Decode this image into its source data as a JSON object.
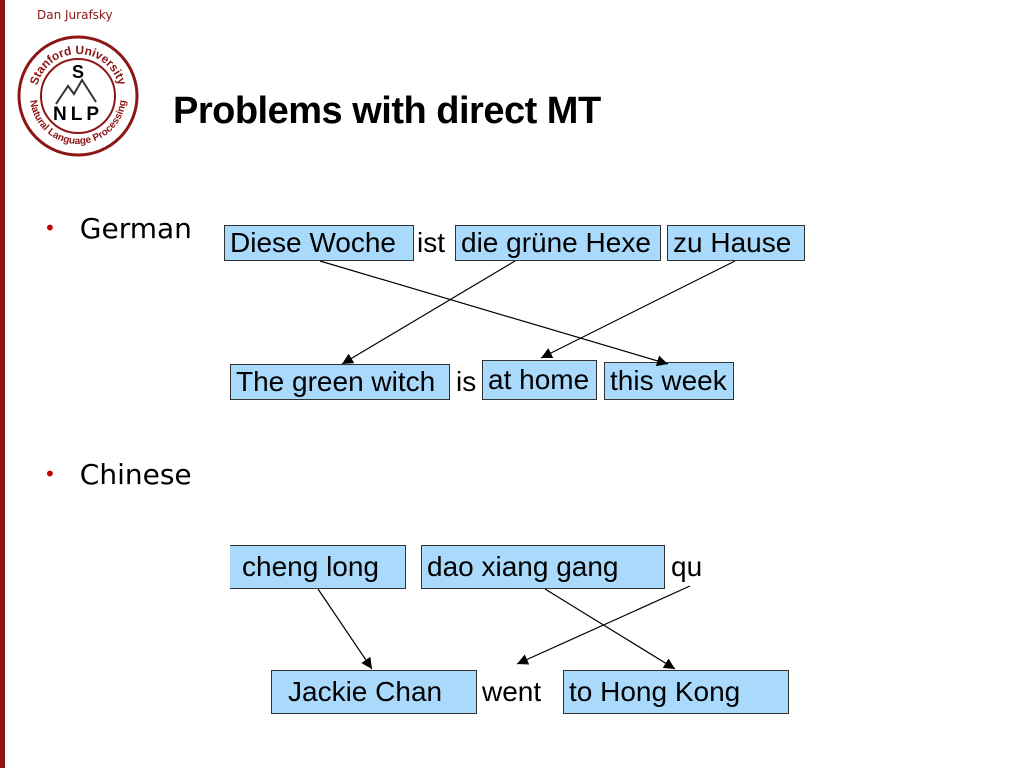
{
  "slide": {
    "author": "Dan Jurafsky",
    "title": "Problems with direct MT",
    "logo": {
      "top_text": "Stanford University",
      "bottom_text": "Natural Language Processing",
      "letters": "NLP",
      "s_letter": "S"
    },
    "bullets": [
      "German",
      "Chinese"
    ]
  },
  "german": {
    "source": {
      "box1": "Diese Woche",
      "word1": "ist",
      "box2": "die grüne Hexe",
      "box3": "zu Hause"
    },
    "target": {
      "box1": "The green witch",
      "word1": "is",
      "box2": "at home",
      "box3": "this week"
    },
    "highlight_color": "#a9d9fb"
  },
  "chinese": {
    "source": {
      "box1": "cheng long",
      "box2": "dao  xiang gang",
      "word1": "qu"
    },
    "target": {
      "box1": "Jackie Chan",
      "word1": "went",
      "box2": "to Hong Kong"
    }
  }
}
